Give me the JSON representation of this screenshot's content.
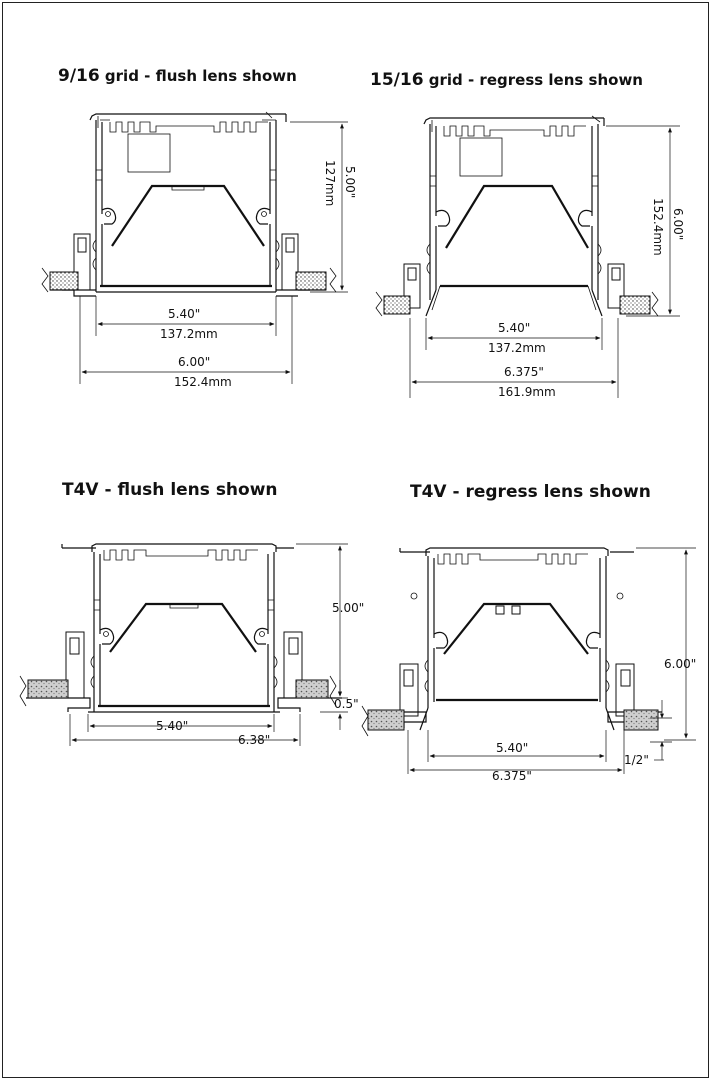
{
  "diagrams": [
    {
      "title_main": "9/16",
      "title_rest": " grid - flush lens shown",
      "dims": {
        "height_in": "5.00\"",
        "height_mm": "127mm",
        "inner_in": "5.40\"",
        "inner_mm": "137.2mm",
        "outer_in": "6.00\"",
        "outer_mm": "152.4mm"
      }
    },
    {
      "title_main": "15/16",
      "title_rest": " grid - regress lens shown",
      "dims": {
        "height_in": "6.00\"",
        "height_mm": "152.4mm",
        "inner_in": "5.40\"",
        "inner_mm": "137.2mm",
        "outer_in": "6.375\"",
        "outer_mm": "161.9mm"
      }
    },
    {
      "title_main": "T4V - flush lens shown",
      "title_rest": "",
      "dims": {
        "height_in": "5.00\"",
        "small_in": "0.5\"",
        "inner_in": "5.40\"",
        "outer_in": "6.38\""
      }
    },
    {
      "title_main": "T4V - regress lens shown",
      "title_rest": "",
      "dims": {
        "height_in": "6.00\"",
        "small_in": "1/2\"",
        "inner_in": "5.40\"",
        "outer_in": "6.375\""
      }
    }
  ],
  "colors": {
    "line": "#111111",
    "background": "#ffffff",
    "ceiling_tile": "#9a9a9a"
  }
}
